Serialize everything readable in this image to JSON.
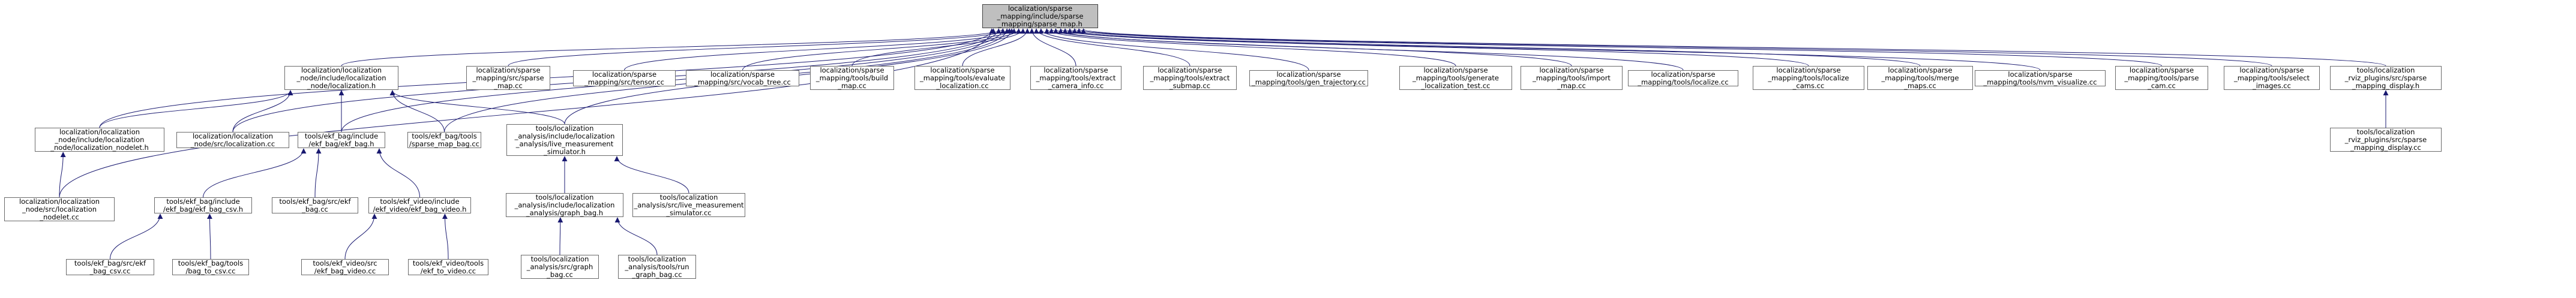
{
  "graph": {
    "edge_color": "#191970",
    "root_fill": "#bfbfbf",
    "node_border": "#6b6b6b",
    "nodes": [
      {
        "id": "root",
        "label": "localization/sparse\n_mapping/include/sparse\n_mapping/sparse_map.h"
      },
      {
        "id": "loc_nodelet_h",
        "label": "localization/localization\n_node/include/localization\n_node/localization_nodelet.h"
      },
      {
        "id": "loc_nodelet_cc",
        "label": "localization/localization\n_node/src/localization\n_nodelet.cc"
      },
      {
        "id": "loc_node_h",
        "label": "localization/localization\n_node/include/localization\n_node/localization.h"
      },
      {
        "id": "loc_cc",
        "label": "localization/localization\n_node/src/localization.cc"
      },
      {
        "id": "ekf_bag_h",
        "label": "tools/ekf_bag/include\n/ekf_bag/ekf_bag.h"
      },
      {
        "id": "sparse_map_bag",
        "label": "tools/ekf_bag/tools\n/sparse_map_bag.cc"
      },
      {
        "id": "live_sim_h",
        "label": "tools/localization\n_analysis/include/localization\n_analysis/live_measurement\n_simulator.h"
      },
      {
        "id": "ekf_bag_csv_h",
        "label": "tools/ekf_bag/include\n/ekf_bag/ekf_bag_csv.h"
      },
      {
        "id": "ekf_bag_cc",
        "label": "tools/ekf_bag/src/ekf\n_bag.cc"
      },
      {
        "id": "ekf_video_h",
        "label": "tools/ekf_video/include\n/ekf_video/ekf_bag_video.h"
      },
      {
        "id": "graph_bag_h",
        "label": "tools/localization\n_analysis/include/localization\n_analysis/graph_bag.h"
      },
      {
        "id": "live_sim_cc",
        "label": "tools/localization\n_analysis/src/live_measurement\n_simulator.cc"
      },
      {
        "id": "ekf_bag_csv_cc",
        "label": "tools/ekf_bag/src/ekf\n_bag_csv.cc"
      },
      {
        "id": "bag_to_csv",
        "label": "tools/ekf_bag/tools\n/bag_to_csv.cc"
      },
      {
        "id": "ekf_bag_video_cc",
        "label": "tools/ekf_video/src\n/ekf_bag_video.cc"
      },
      {
        "id": "ekf_to_video",
        "label": "tools/ekf_video/tools\n/ekf_to_video.cc"
      },
      {
        "id": "graph_bag_cc",
        "label": "tools/localization\n_analysis/src/graph\n_bag.cc"
      },
      {
        "id": "run_graph_bag",
        "label": "tools/localization\n_analysis/tools/run\n_graph_bag.cc"
      },
      {
        "id": "sparse_map_cc",
        "label": "localization/sparse\n_mapping/src/sparse\n_map.cc"
      },
      {
        "id": "tensor_cc",
        "label": "localization/sparse\n_mapping/src/tensor.cc"
      },
      {
        "id": "vocab_tree_cc",
        "label": "localization/sparse\n_mapping/src/vocab_tree.cc"
      },
      {
        "id": "build_map",
        "label": "localization/sparse\n_mapping/tools/build\n_map.cc"
      },
      {
        "id": "evaluate_loc",
        "label": "localization/sparse\n_mapping/tools/evaluate\n_localization.cc"
      },
      {
        "id": "extract_cam",
        "label": "localization/sparse\n_mapping/tools/extract\n_camera_info.cc"
      },
      {
        "id": "extract_submap",
        "label": "localization/sparse\n_mapping/tools/extract\n_submap.cc"
      },
      {
        "id": "gen_traj",
        "label": "localization/sparse\n_mapping/tools/gen_trajectory.cc"
      },
      {
        "id": "gen_loc_test",
        "label": "localization/sparse\n_mapping/tools/generate\n_localization_test.cc"
      },
      {
        "id": "import_map",
        "label": "localization/sparse\n_mapping/tools/import\n_map.cc"
      },
      {
        "id": "localize_cc",
        "label": "localization/sparse\n_mapping/tools/localize.cc"
      },
      {
        "id": "localize_cams",
        "label": "localization/sparse\n_mapping/tools/localize\n_cams.cc"
      },
      {
        "id": "merge_maps",
        "label": "localization/sparse\n_mapping/tools/merge\n_maps.cc"
      },
      {
        "id": "nvm_visualize",
        "label": "localization/sparse\n_mapping/tools/nvm_visualize.cc"
      },
      {
        "id": "parse_cam",
        "label": "localization/sparse\n_mapping/tools/parse\n_cam.cc"
      },
      {
        "id": "select_images",
        "label": "localization/sparse\n_mapping/tools/select\n_images.cc"
      },
      {
        "id": "rviz_display_h",
        "label": "tools/localization\n_rviz_plugins/src/sparse\n_mapping_display.h"
      },
      {
        "id": "rviz_display_cc",
        "label": "tools/localization\n_rviz_plugins/src/sparse\n_mapping_display.cc"
      }
    ],
    "edges": [
      [
        "loc_nodelet_h",
        "root"
      ],
      [
        "loc_nodelet_cc",
        "root"
      ],
      [
        "loc_node_h",
        "root"
      ],
      [
        "loc_cc",
        "root"
      ],
      [
        "ekf_bag_h",
        "root"
      ],
      [
        "sparse_map_bag",
        "root"
      ],
      [
        "live_sim_h",
        "root"
      ],
      [
        "sparse_map_cc",
        "root"
      ],
      [
        "tensor_cc",
        "root"
      ],
      [
        "vocab_tree_cc",
        "root"
      ],
      [
        "build_map",
        "root"
      ],
      [
        "evaluate_loc",
        "root"
      ],
      [
        "extract_cam",
        "root"
      ],
      [
        "extract_submap",
        "root"
      ],
      [
        "gen_traj",
        "root"
      ],
      [
        "gen_loc_test",
        "root"
      ],
      [
        "import_map",
        "root"
      ],
      [
        "localize_cc",
        "root"
      ],
      [
        "localize_cams",
        "root"
      ],
      [
        "merge_maps",
        "root"
      ],
      [
        "nvm_visualize",
        "root"
      ],
      [
        "parse_cam",
        "root"
      ],
      [
        "select_images",
        "root"
      ],
      [
        "rviz_display_h",
        "root"
      ],
      [
        "loc_nodelet_h",
        "loc_node_h"
      ],
      [
        "loc_cc",
        "loc_node_h"
      ],
      [
        "ekf_bag_h",
        "loc_node_h"
      ],
      [
        "sparse_map_bag",
        "loc_node_h"
      ],
      [
        "live_sim_h",
        "loc_node_h"
      ],
      [
        "loc_nodelet_cc",
        "loc_nodelet_h"
      ],
      [
        "ekf_bag_csv_h",
        "ekf_bag_h"
      ],
      [
        "ekf_bag_cc",
        "ekf_bag_h"
      ],
      [
        "ekf_video_h",
        "ekf_bag_h"
      ],
      [
        "graph_bag_h",
        "live_sim_h"
      ],
      [
        "live_sim_cc",
        "live_sim_h"
      ],
      [
        "ekf_bag_csv_cc",
        "ekf_bag_csv_h"
      ],
      [
        "bag_to_csv",
        "ekf_bag_csv_h"
      ],
      [
        "ekf_bag_video_cc",
        "ekf_video_h"
      ],
      [
        "ekf_to_video",
        "ekf_video_h"
      ],
      [
        "graph_bag_cc",
        "graph_bag_h"
      ],
      [
        "run_graph_bag",
        "graph_bag_h"
      ],
      [
        "rviz_display_cc",
        "rviz_display_h"
      ]
    ]
  }
}
